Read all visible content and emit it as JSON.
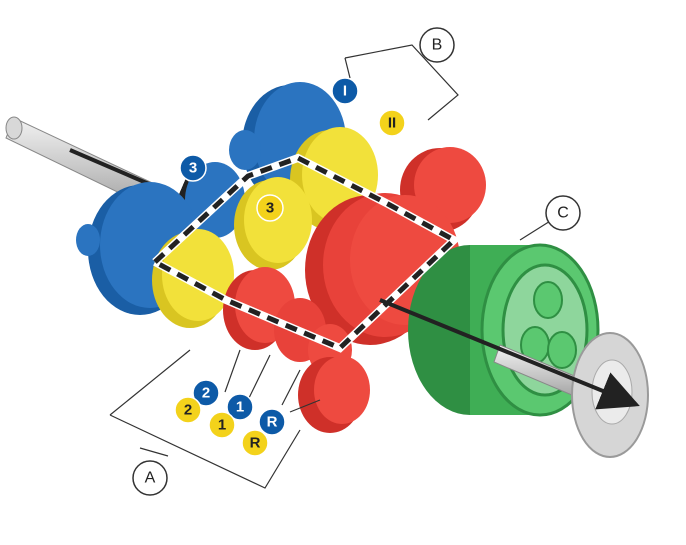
{
  "callouts": {
    "a": "A",
    "b": "B",
    "c": "C"
  },
  "gear_badges": {
    "input_3": "3",
    "yellow_3": "3",
    "blue_I": "I",
    "yellow_II": "II",
    "blue_2": "2",
    "yellow_2": "2",
    "blue_1": "1",
    "yellow_1": "1",
    "blue_R": "R",
    "yellow_R": "R"
  },
  "colors": {
    "blue": "#1f67b1",
    "yellow": "#f2e13a",
    "red": "#e8423a",
    "green": "#3fae55",
    "shaft_grey": "#c8c8c8",
    "badge_blue": "#0d5aa7",
    "badge_yellow": "#f3d21b"
  }
}
